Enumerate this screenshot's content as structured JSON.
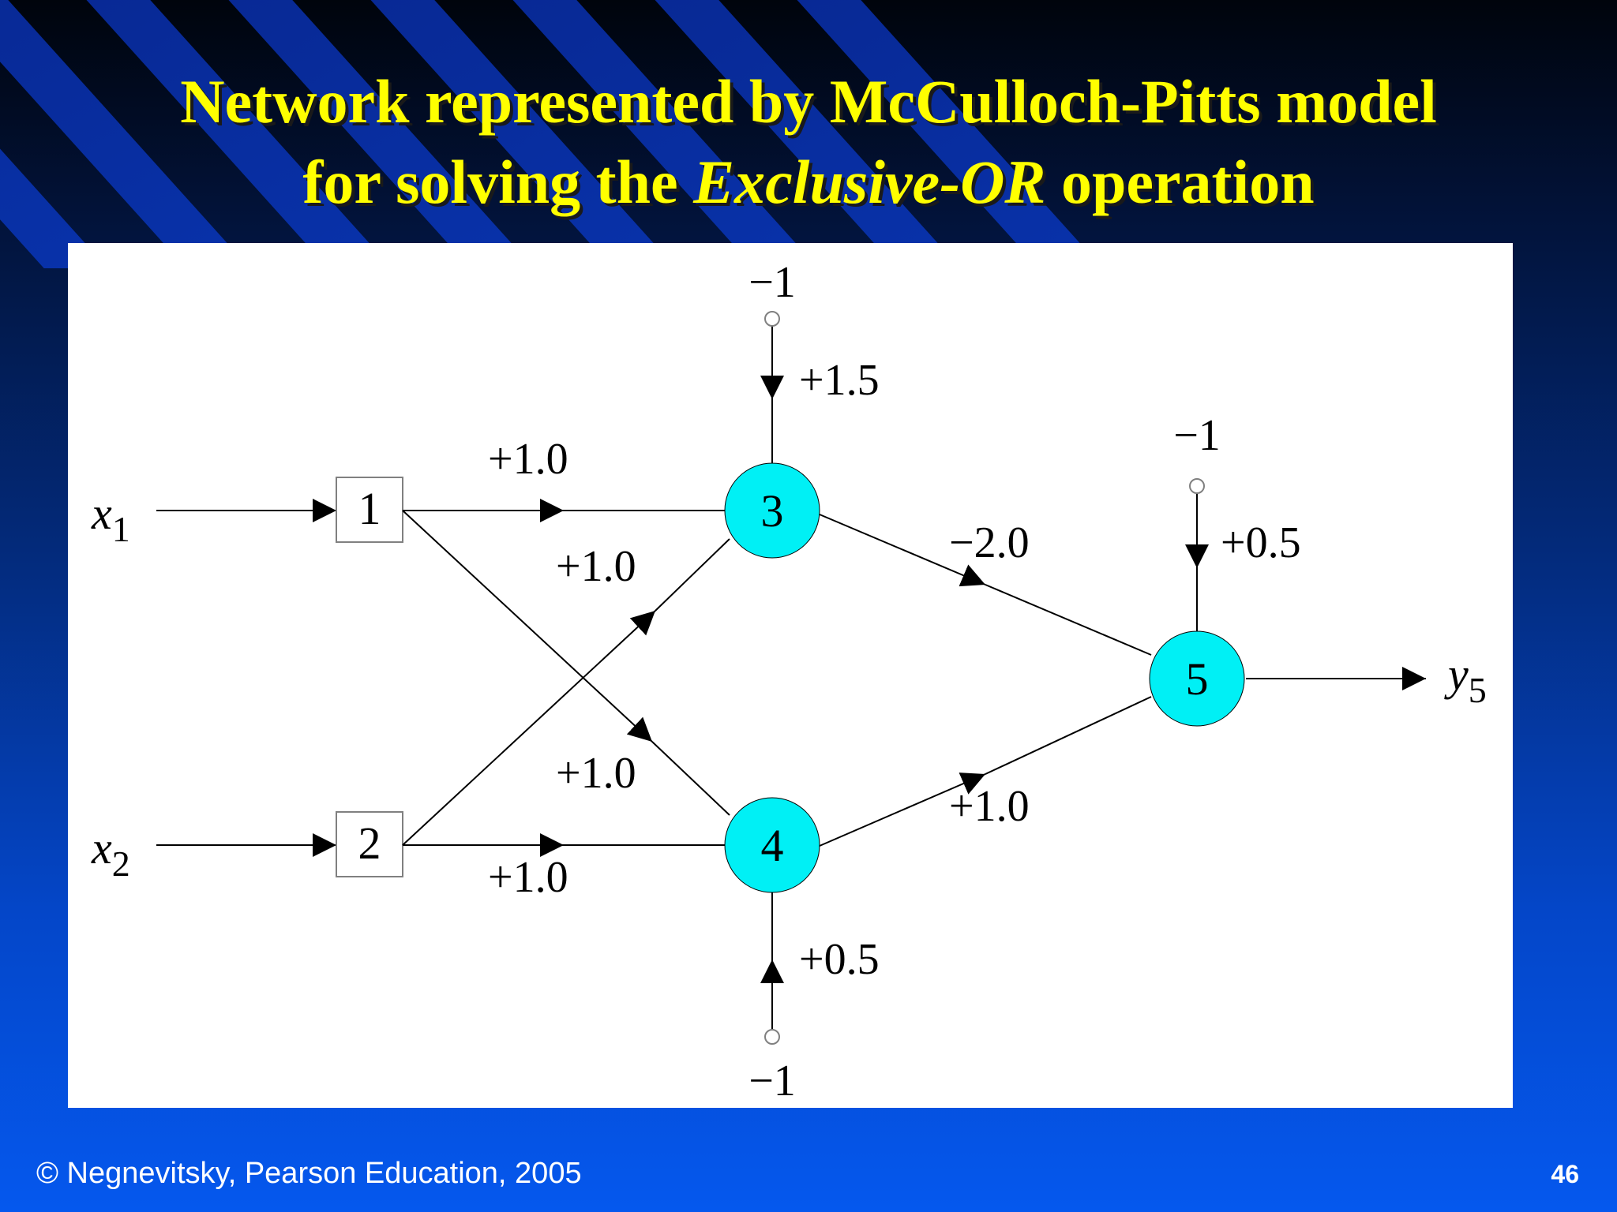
{
  "title": {
    "line1": "Network represented by McCulloch-Pitts model",
    "line2_prefix": "for solving the ",
    "line2_emphasis": "Exclusive-OR",
    "line2_suffix": " operation"
  },
  "diagram": {
    "inputs": [
      {
        "var": "x",
        "sub": "1"
      },
      {
        "var": "x",
        "sub": "2"
      }
    ],
    "input_nodes": [
      "1",
      "2"
    ],
    "neurons": [
      "3",
      "4",
      "5"
    ],
    "output": {
      "var": "y",
      "sub": "5"
    },
    "weights": {
      "w13": "+1.0",
      "w23": "+1.0",
      "w14": "+1.0",
      "w24": "+1.0",
      "w35": "−2.0",
      "w45": "+1.0"
    },
    "thresholds": {
      "theta3": "+1.5",
      "theta4": "+0.5",
      "theta5": "+0.5"
    },
    "bias_input_labels": {
      "n3": "−1",
      "n4": "−1",
      "n5": "−1"
    },
    "colors": {
      "neuron_fill": "#00f0f5",
      "input_box_stroke": "#808080"
    }
  },
  "footer": {
    "copyright": "© Negnevitsky, Pearson Education, 2005",
    "page_number": "46"
  }
}
